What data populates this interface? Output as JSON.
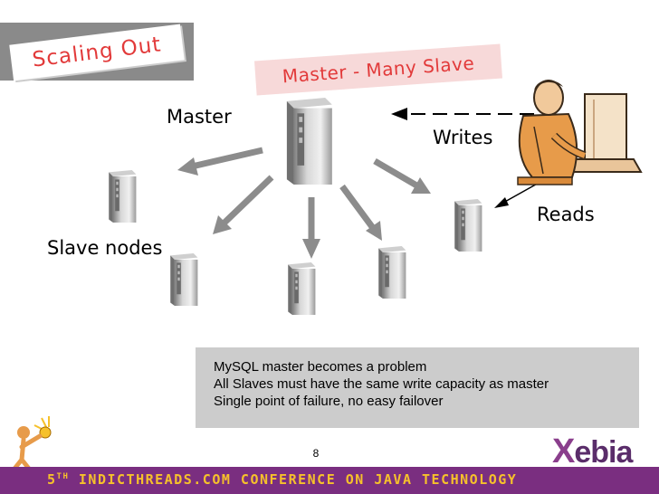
{
  "slide": {
    "title": "Scaling Out",
    "subtitle": "Master - Many Slave",
    "labels": {
      "master": "Master",
      "writes": "Writes",
      "reads": "Reads",
      "slave_nodes": "Slave nodes"
    },
    "bullets": [
      "MySQL master becomes a problem",
      "All Slaves must have the same write capacity as master",
      "Single point of failure, no easy failover"
    ],
    "page_number": "8",
    "logo": {
      "text": "ebia",
      "mark": "X"
    },
    "footer": {
      "ordinal_num": "5",
      "ordinal_suffix": "TH",
      "text": "INDICTHREADS.COM CONFERENCE ON JAVA TECHNOLOGY"
    },
    "colors": {
      "title_red": "#e23a3a",
      "footer_purple": "#7a2e80",
      "footer_text": "#f6c12b",
      "arrow_gray": "#8c8c8c",
      "logo_purple": "#5a2d6a"
    }
  }
}
